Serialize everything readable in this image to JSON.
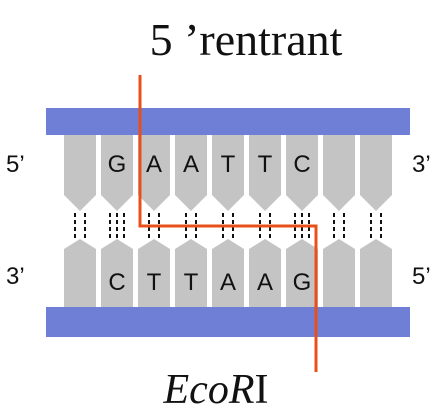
{
  "title": "5 ’rentrant",
  "enzyme": {
    "name_italic": "EcoR",
    "name_roman": "I"
  },
  "top_strand": {
    "left_label": "5’",
    "right_label": "3’",
    "bases": [
      "G",
      "A",
      "A",
      "T",
      "T",
      "C"
    ]
  },
  "bottom_strand": {
    "left_label": "3’",
    "right_label": "5’",
    "bases": [
      "C",
      "T",
      "T",
      "A",
      "A",
      "G"
    ]
  },
  "colors": {
    "backbone": "#6f7fd6",
    "base": "#c4c4c4",
    "base_text": "#111111",
    "hbond": "#111111",
    "cut_line": "#e8501a",
    "background": "#ffffff"
  }
}
